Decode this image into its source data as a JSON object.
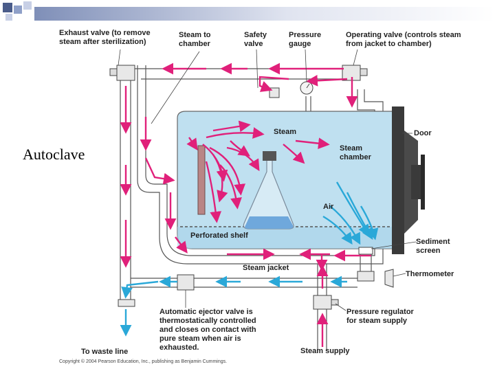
{
  "slide": {
    "title": "Autoclave",
    "copyright": "Copyright © 2004 Pearson Education, Inc., publishing as Benjamin Cummings."
  },
  "labels": {
    "exhaust_valve": "Exhaust valve (to remove\nsteam after sterilization)",
    "steam_to_chamber": "Steam to\nchamber",
    "safety_valve": "Safety\nvalve",
    "pressure_gauge": "Pressure\ngauge",
    "operating_valve": "Operating valve (controls steam\nfrom jacket to chamber)",
    "steam": "Steam",
    "door": "Door",
    "steam_chamber": "Steam\nchamber",
    "air": "Air",
    "perforated_shelf": "Perforated shelf",
    "sediment_screen": "Sediment\nscreen",
    "steam_jacket": "Steam jacket",
    "thermometer": "Thermometer",
    "ejector_valve": "Automatic ejector valve is\nthermostatically controlled\nand closes on contact with\npure steam when air is\nexhausted.",
    "pressure_regulator": "Pressure regulator\nfor steam supply",
    "to_waste_line": "To waste line",
    "steam_supply": "Steam supply"
  },
  "colors": {
    "steam_arrow": "#e0207a",
    "air_arrow": "#2aa8d8",
    "chamber_fill": "#bfe0f0",
    "water_fill": "#6fa8dc",
    "door": "#3a3a3a"
  }
}
